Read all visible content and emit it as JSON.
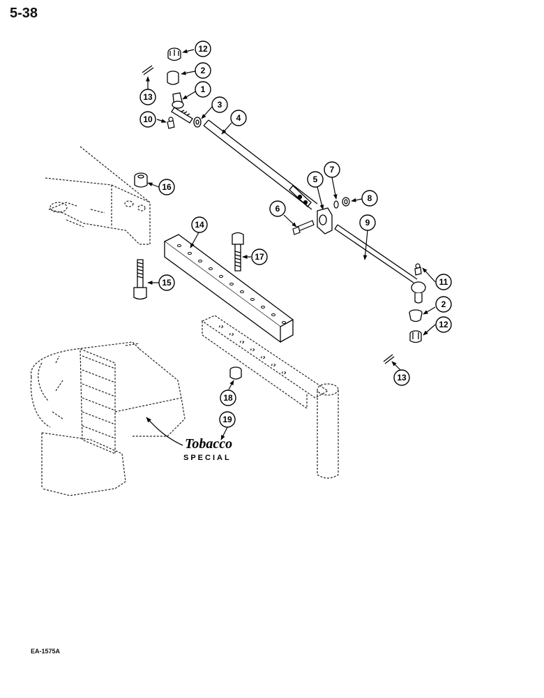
{
  "page": {
    "number": "5-38",
    "figure_code": "EA-1575A"
  },
  "badge": {
    "word": "Tobacco",
    "subtitle": "SPECIAL"
  },
  "callouts": [
    "12",
    "2",
    "13",
    "1",
    "3",
    "10",
    "4",
    "16",
    "7",
    "5",
    "8",
    "6",
    "14",
    "9",
    "17",
    "15",
    "11",
    "2",
    "12",
    "13",
    "18",
    "19"
  ]
}
